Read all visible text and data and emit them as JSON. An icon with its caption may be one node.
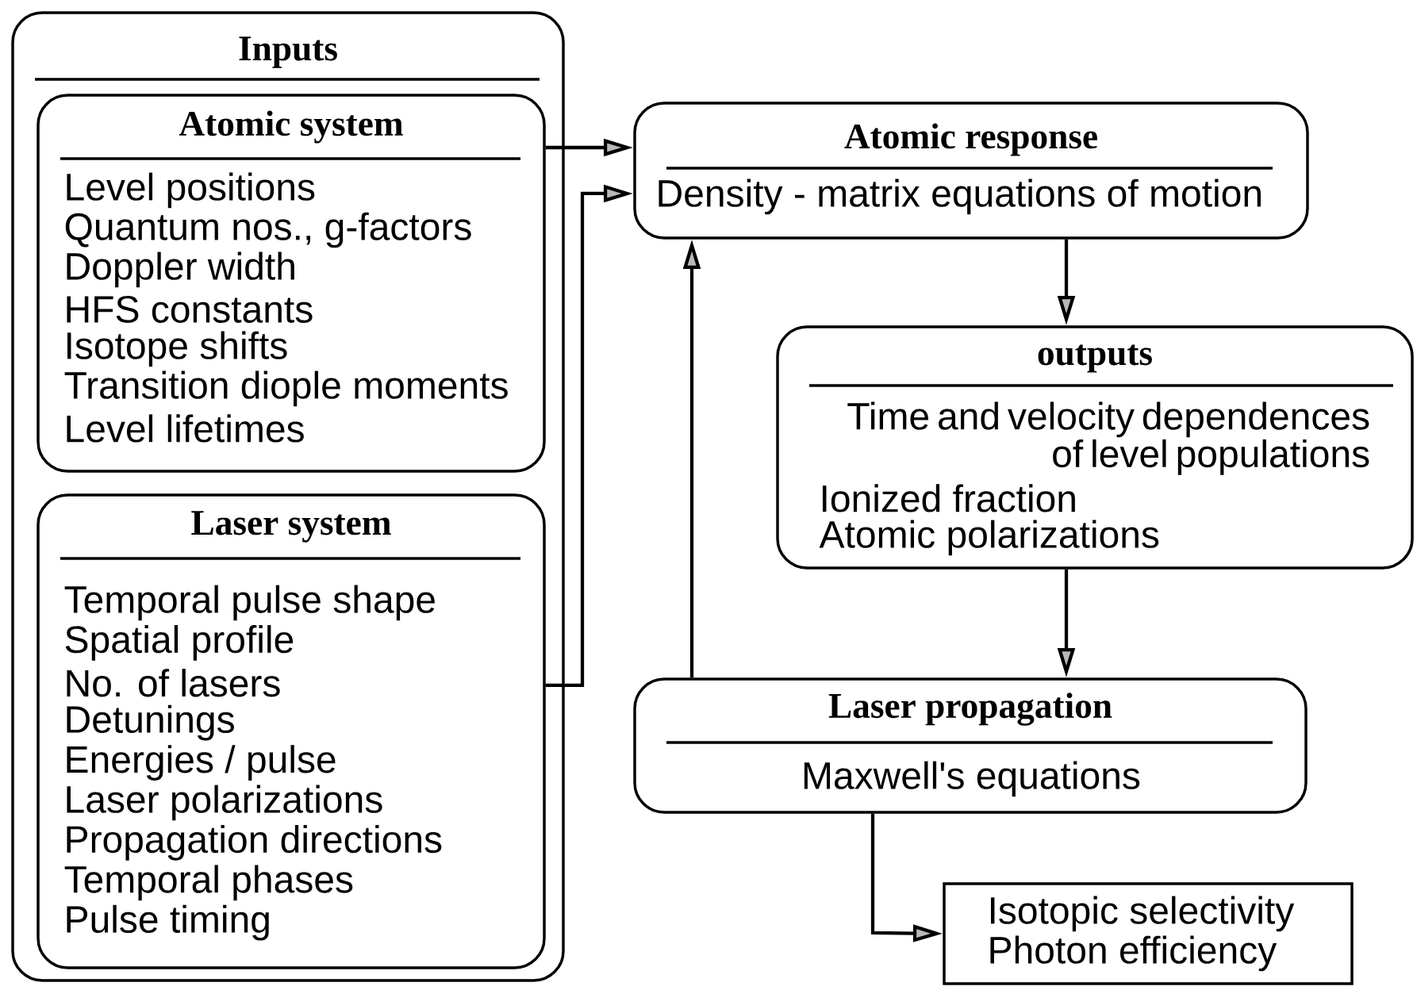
{
  "diagram": {
    "nodes": [
      {
        "text": [
          "Inputs"
        ]
      },
      {
        "text": [
          "Atomic system",
          "Level positions",
          "Quantum nos., g-factors",
          "Doppler width",
          "HFS constants",
          "Isotope shifts",
          "Transition diople moments",
          "Level lifetimes"
        ],
        "in": 0
      },
      {
        "text": [
          "Laser system",
          "Temporal pulse shape",
          "Spatial profile",
          "No. of lasers",
          "Detunings",
          "Energies / pulse",
          "Laser polarizations",
          "Propagation directions",
          "Temporal phases",
          "Pulse timing"
        ],
        "in": 0
      },
      {
        "text": [
          "Atomic response",
          "Density - matrix equations of motion"
        ]
      },
      {
        "text": [
          "outputs",
          "Time and velocity dependences of level populations",
          "Ionized fraction",
          "Atomic polarizations"
        ]
      },
      {
        "text": [
          "Laser propagation",
          "Maxwell's equations"
        ]
      },
      {
        "text": [
          "Isotopic selectivity",
          "Photon efficiency"
        ]
      }
    ],
    "edges": [
      {
        "from": 1,
        "to": 3,
        "arrow": "to"
      },
      {
        "from": 2,
        "to": 3,
        "arrow": "to"
      },
      {
        "from": 5,
        "to": 3,
        "arrow": "to"
      },
      {
        "from": 3,
        "to": 4,
        "arrow": "to"
      },
      {
        "from": 4,
        "to": 5,
        "arrow": "to"
      },
      {
        "from": 5,
        "to": 6,
        "arrow": "to"
      }
    ]
  }
}
